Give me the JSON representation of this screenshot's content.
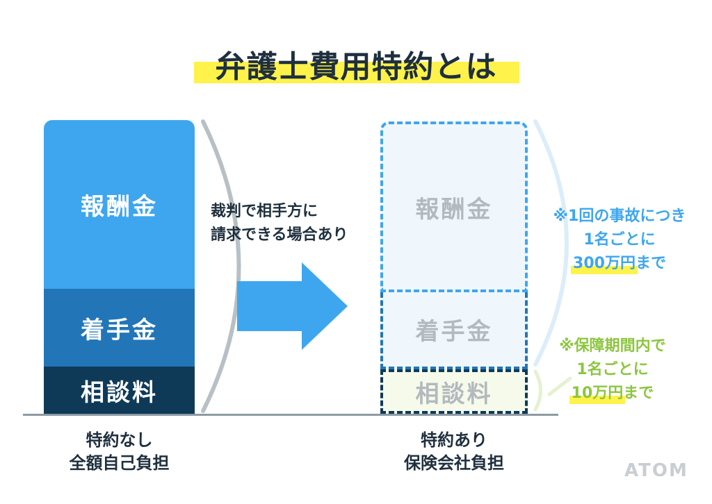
{
  "title": "弁護士費用特約とは",
  "left_column": {
    "reward": "報酬金",
    "retainer": "着手金",
    "consultation": "相談料",
    "caption_line1": "特約なし",
    "caption_line2": "全額自己負担"
  },
  "middle_note": {
    "line1": "裁判で相手方に",
    "line2": "請求できる場合あり"
  },
  "right_column": {
    "reward": "報酬金",
    "retainer": "着手金",
    "consultation": "相談料",
    "caption_line1": "特約あり",
    "caption_line2": "保険会社負担"
  },
  "note_reward": {
    "line1": "※1回の事故につき",
    "line2": "1名ごとに",
    "line3_highlight": "300万円",
    "line3_rest": "まで"
  },
  "note_consultation": {
    "line1": "※保障期間内で",
    "line2": "1名ごとに",
    "line3_highlight": "10万円",
    "line3_rest": "まで"
  },
  "brand": "ATOM",
  "colors": {
    "reward": "#3ea6ee",
    "retainer": "#2276b8",
    "consultation": "#0e3a58",
    "arrow": "#3ea6ee",
    "highlight": "#fff24a",
    "note_blue": "#3ea6ee",
    "note_green": "#8cc63f"
  },
  "icons": [
    "right-arrow-icon",
    "bracket-curve-icon"
  ]
}
